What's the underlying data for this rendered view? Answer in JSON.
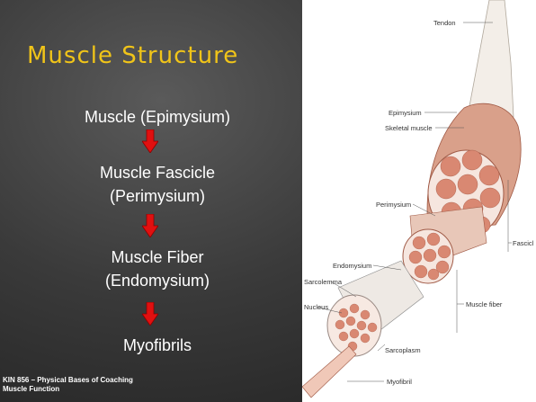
{
  "slide": {
    "title": "Muscle Structure",
    "steps": [
      "Muscle (Epimysium)",
      "Muscle Fascicle",
      "(Perimysium)",
      "Muscle Fiber",
      "(Endomysium)",
      "Myofibrils"
    ],
    "footer_line1": "KIN 856 – Physical Bases of Coaching",
    "footer_line2": "Muscle Function",
    "colors": {
      "title": "#f0c419",
      "arrow": "#e01010",
      "text": "#ffffff"
    }
  },
  "figure": {
    "labels": {
      "tendon": "Tendon",
      "epimysium": "Epimysium",
      "skeletal_muscle": "Skeletal muscle",
      "perimysium": "Perimysium",
      "fascicle": "Fascicl",
      "endomysium": "Endomysium",
      "sarcolemma": "Sarcolemma",
      "nucleus": "Nucleus",
      "muscle_fiber": "Muscle fiber",
      "sarcoplasm": "Sarcoplasm",
      "myofibril": "Myofibril"
    }
  }
}
